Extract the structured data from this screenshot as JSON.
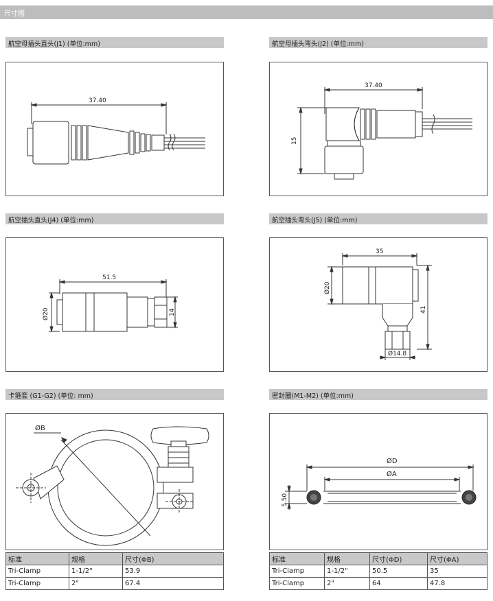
{
  "page": {
    "title": "尺寸图"
  },
  "sections": {
    "j1": {
      "title": "航空母插头直头(J1) (单位:mm)",
      "dim_length": "37.40"
    },
    "j2": {
      "title": "航空母插头弯头(J2) (单位:mm)",
      "dim_length": "37.40",
      "dim_height": "15"
    },
    "j4": {
      "title": "航空插头直头(J4) (单位:mm)",
      "dim_length": "51.5",
      "dim_diameter": "Ø20",
      "dim_right": "14"
    },
    "j5": {
      "title": "航空插头弯头(J5) (单位:mm)",
      "dim_width": "35",
      "dim_diameter": "Ø20",
      "dim_height": "41",
      "dim_bottom": "Ø14.8"
    },
    "clamp": {
      "title": "卡箍套 (G1-G2)  (单位: mm)",
      "dim_label": "ØB",
      "table": {
        "headers": [
          "标准",
          "规格",
          "尺寸(ΦB)"
        ],
        "rows": [
          [
            "Tri-Clamp",
            "1-1/2\"",
            "53.9"
          ],
          [
            "Tri-Clamp",
            "2\"",
            "67.4"
          ]
        ]
      }
    },
    "seal": {
      "title": "密封圈(M1-M2) (单位:mm)",
      "dim_outer": "ØD",
      "dim_inner": "ØA",
      "dim_thickness": "5.50",
      "table": {
        "headers": [
          "标准",
          "规格",
          "尺寸(ΦD)",
          "尺寸(ΦA)"
        ],
        "rows": [
          [
            "Tri-Clamp",
            "1-1/2\"",
            "50.5",
            "35"
          ],
          [
            "Tri-Clamp",
            "2\"",
            "64",
            "47.8"
          ]
        ]
      }
    }
  }
}
